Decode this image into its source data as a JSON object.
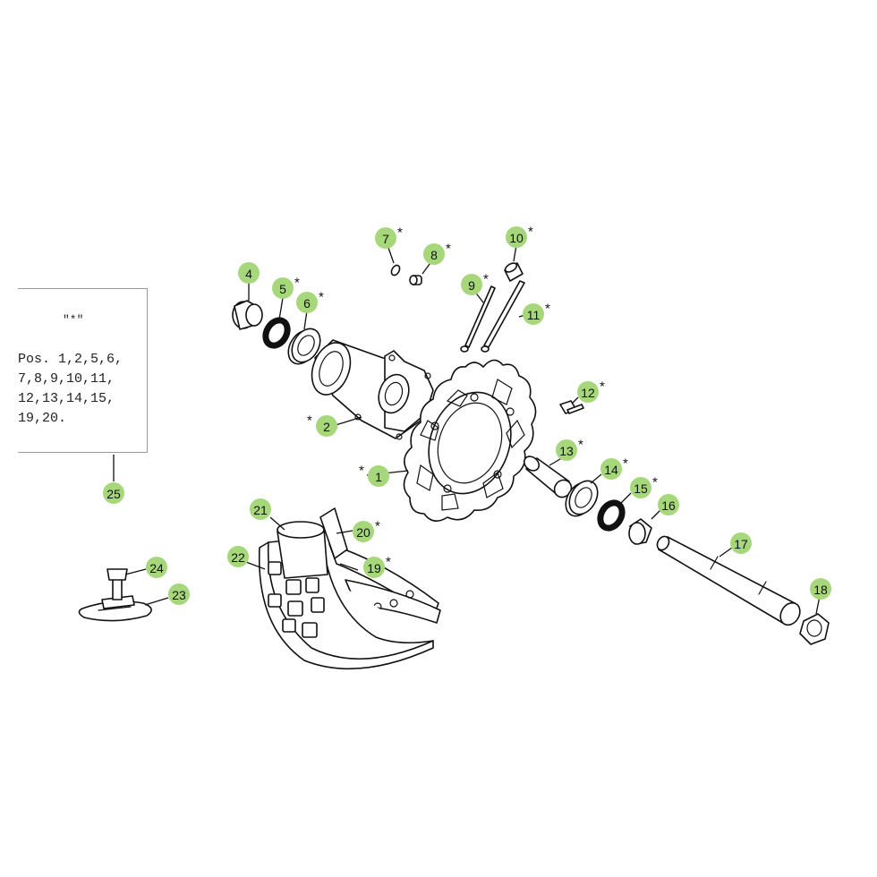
{
  "note": {
    "title": "\"*\"",
    "text": "Pos. 1,2,5,6,\n7,8,9,10,11,\n12,13,14,15,\n19,20."
  },
  "callouts": [
    {
      "id": "1",
      "star": "*",
      "star_pos": "left"
    },
    {
      "id": "2",
      "star": "*",
      "star_pos": "left"
    },
    {
      "id": "4",
      "star": ""
    },
    {
      "id": "5",
      "star": "*",
      "star_pos": "right"
    },
    {
      "id": "6",
      "star": "*",
      "star_pos": "right"
    },
    {
      "id": "7",
      "star": "*",
      "star_pos": "right"
    },
    {
      "id": "8",
      "star": "*",
      "star_pos": "right"
    },
    {
      "id": "9",
      "star": "*",
      "star_pos": "right"
    },
    {
      "id": "10",
      "star": "*",
      "star_pos": "right"
    },
    {
      "id": "11",
      "star": "*",
      "star_pos": "right"
    },
    {
      "id": "12",
      "star": "*",
      "star_pos": "right"
    },
    {
      "id": "13",
      "star": "*",
      "star_pos": "right"
    },
    {
      "id": "14",
      "star": "*",
      "star_pos": "right"
    },
    {
      "id": "15",
      "star": "*",
      "star_pos": "right"
    },
    {
      "id": "16",
      "star": ""
    },
    {
      "id": "17",
      "star": ""
    },
    {
      "id": "18",
      "star": ""
    },
    {
      "id": "19",
      "star": "*",
      "star_pos": "right"
    },
    {
      "id": "20",
      "star": "*",
      "star_pos": "right"
    },
    {
      "id": "21",
      "star": ""
    },
    {
      "id": "22",
      "star": ""
    },
    {
      "id": "23",
      "star": ""
    },
    {
      "id": "24",
      "star": ""
    },
    {
      "id": "25",
      "star": ""
    }
  ],
  "colors": {
    "bubble": "#a6d77a",
    "line": "#111111"
  }
}
